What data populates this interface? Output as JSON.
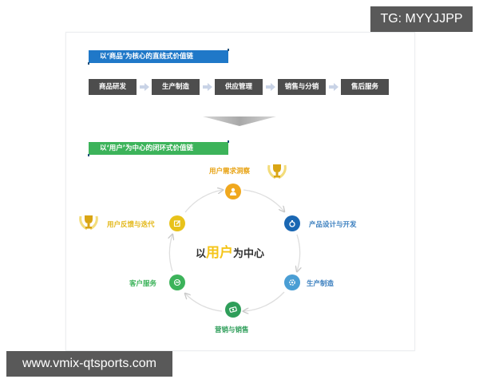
{
  "watermarks": {
    "top_right": "TG: MYYJJPP",
    "bottom_left": "www.vmix-qtsports.com"
  },
  "linear_chain": {
    "title": "以‘商品’为核心的直线式价值链",
    "color": "#1f78c8",
    "steps": [
      {
        "label": "商品研发"
      },
      {
        "label": "生产制造"
      },
      {
        "label": "供应管理"
      },
      {
        "label": "销售与分销"
      },
      {
        "label": "售后服务"
      }
    ],
    "step_color": "#4d4d4d",
    "arrow_color": "#c9d3e6"
  },
  "closed_loop": {
    "title": "以‘用户’为中心的闭环式价值链",
    "color": "#3cb35a",
    "center": {
      "prefix": "以",
      "highlight": "用户",
      "suffix": "为中心"
    },
    "nodes": [
      {
        "label": "用户需求洞察",
        "icon": "user-icon",
        "color": "#f0a81e"
      },
      {
        "label": "产品设计与开发",
        "icon": "lightbulb-icon",
        "color": "#1a67b3"
      },
      {
        "label": "生产制造",
        "icon": "gear-icon",
        "color": "#4a9ed4"
      },
      {
        "label": "营销与销售",
        "icon": "money-icon",
        "color": "#2f9e5a"
      },
      {
        "label": "客户服务",
        "icon": "service-icon",
        "color": "#3cb35a"
      },
      {
        "label": "用户反馈与迭代",
        "icon": "edit-icon",
        "color": "#e8c21a"
      }
    ]
  }
}
